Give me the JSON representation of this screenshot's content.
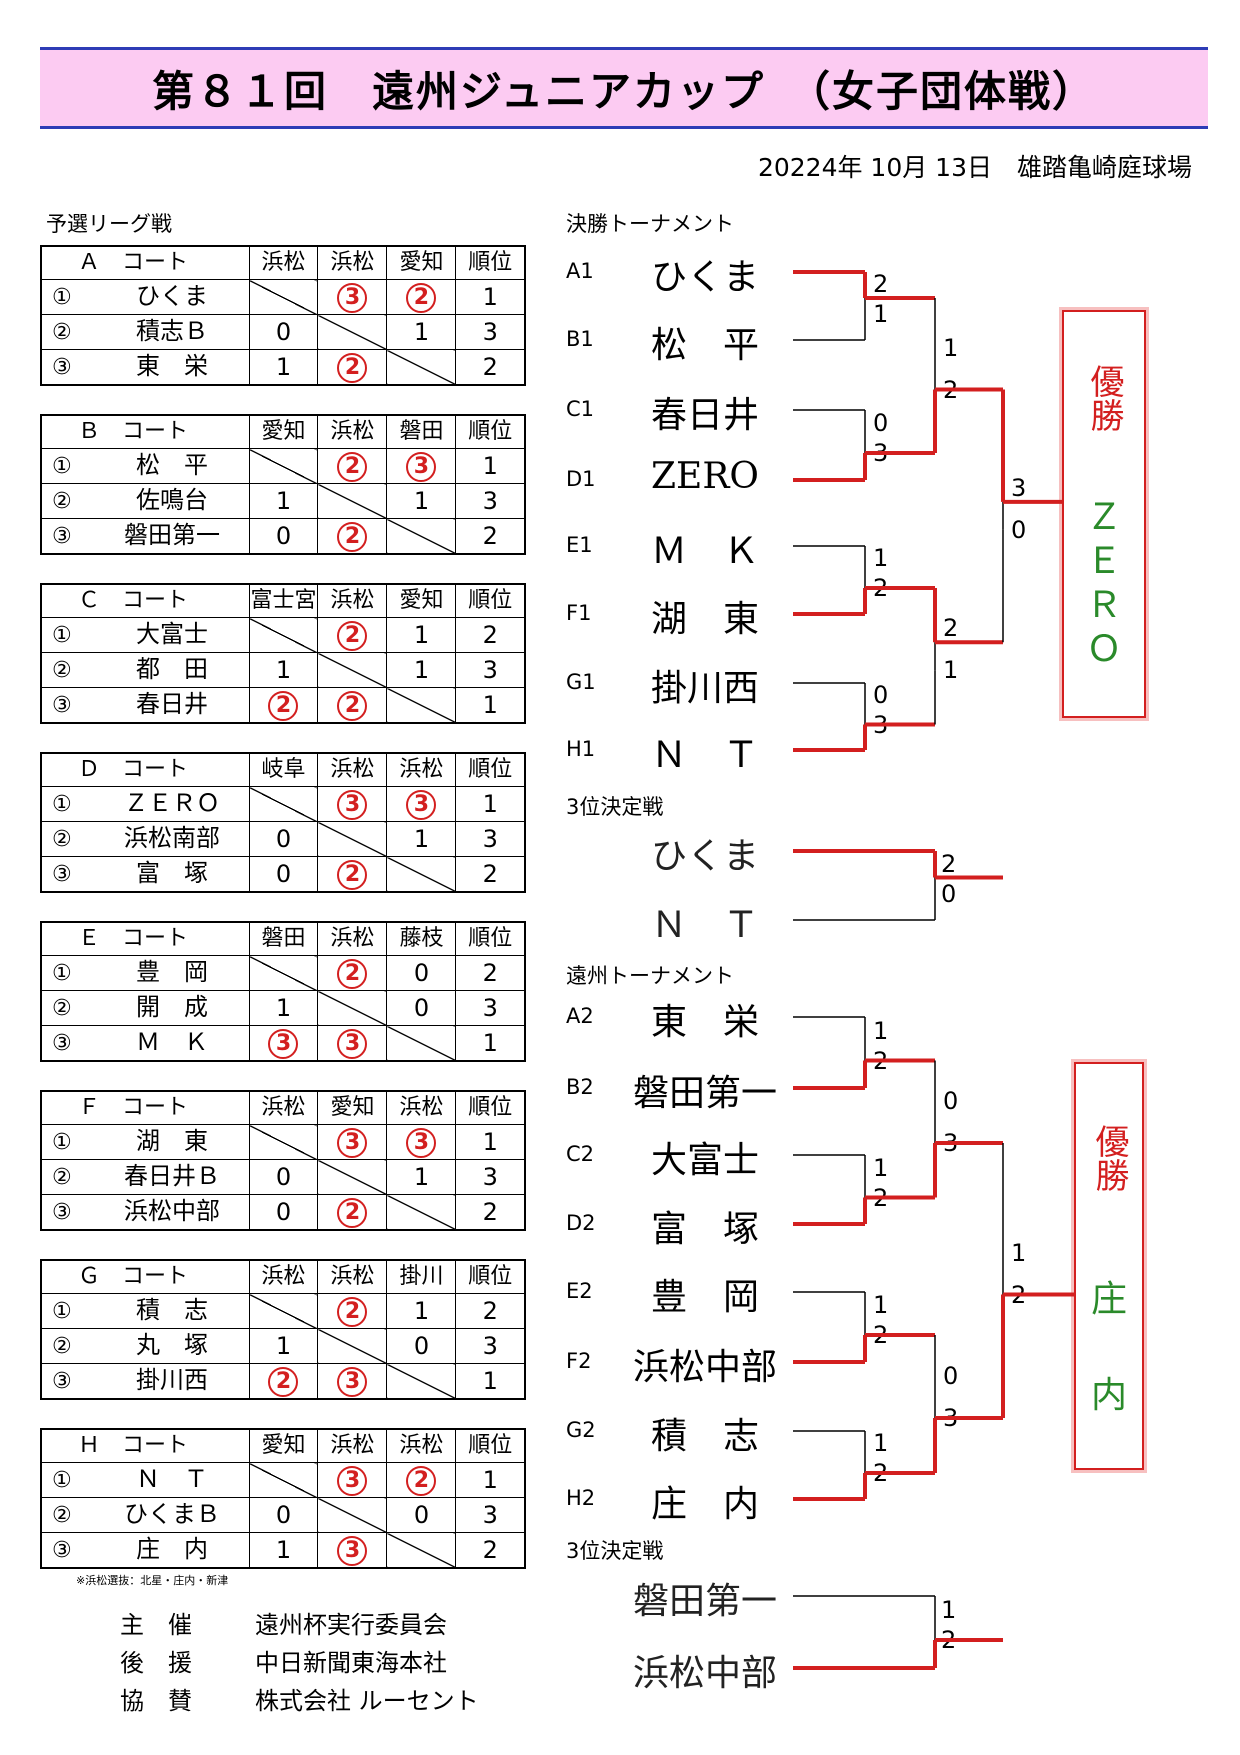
{
  "title": "第８１回　遠州ジュニアカップ　（女子団体戦）",
  "date_venue": "20224年 10月 13日　雄踏亀崎庭球場",
  "prelim_title": "予選リーグ戦",
  "rank_header": "順位",
  "leagues": [
    {
      "court": "Ａ　コート",
      "opp": [
        "浜松",
        "浜松",
        "愛知"
      ],
      "rows": [
        {
          "no": "①",
          "team": "ひくま",
          "r": [
            null,
            "3",
            "2"
          ],
          "w": [
            0,
            1,
            1
          ],
          "rank": "1"
        },
        {
          "no": "②",
          "team": "積志Ｂ",
          "r": [
            "0",
            null,
            "1"
          ],
          "w": [
            0,
            0,
            0
          ],
          "rank": "3"
        },
        {
          "no": "③",
          "team": "東　栄",
          "r": [
            "1",
            "2",
            null
          ],
          "w": [
            0,
            1,
            0
          ],
          "rank": "2"
        }
      ]
    },
    {
      "court": "Ｂ　コート",
      "opp": [
        "愛知",
        "浜松",
        "磐田"
      ],
      "rows": [
        {
          "no": "①",
          "team": "松　平",
          "r": [
            null,
            "2",
            "3"
          ],
          "w": [
            0,
            1,
            1
          ],
          "rank": "1"
        },
        {
          "no": "②",
          "team": "佐鳴台",
          "r": [
            "1",
            null,
            "1"
          ],
          "w": [
            0,
            0,
            0
          ],
          "rank": "3"
        },
        {
          "no": "③",
          "team": "磐田第一",
          "r": [
            "0",
            "2",
            null
          ],
          "w": [
            0,
            1,
            0
          ],
          "rank": "2"
        }
      ]
    },
    {
      "court": "Ｃ　コート",
      "opp": [
        "富士宮",
        "浜松",
        "愛知"
      ],
      "rows": [
        {
          "no": "①",
          "team": "大富士",
          "r": [
            null,
            "2",
            "1"
          ],
          "w": [
            0,
            1,
            0
          ],
          "rank": "2"
        },
        {
          "no": "②",
          "team": "都　田",
          "r": [
            "1",
            null,
            "1"
          ],
          "w": [
            0,
            0,
            0
          ],
          "rank": "3"
        },
        {
          "no": "③",
          "team": "春日井",
          "r": [
            "2",
            "2",
            null
          ],
          "w": [
            1,
            1,
            0
          ],
          "rank": "1"
        }
      ]
    },
    {
      "court": "Ｄ　コート",
      "opp": [
        "岐阜",
        "浜松",
        "浜松"
      ],
      "rows": [
        {
          "no": "①",
          "team": "ＺＥＲＯ",
          "r": [
            null,
            "3",
            "3"
          ],
          "w": [
            0,
            1,
            1
          ],
          "rank": "1"
        },
        {
          "no": "②",
          "team": "浜松南部",
          "r": [
            "0",
            null,
            "1"
          ],
          "w": [
            0,
            0,
            0
          ],
          "rank": "3"
        },
        {
          "no": "③",
          "team": "富　塚",
          "r": [
            "0",
            "2",
            null
          ],
          "w": [
            0,
            1,
            0
          ],
          "rank": "2"
        }
      ]
    },
    {
      "court": "Ｅ　コート",
      "opp": [
        "磐田",
        "浜松",
        "藤枝"
      ],
      "rows": [
        {
          "no": "①",
          "team": "豊　岡",
          "r": [
            null,
            "2",
            "0"
          ],
          "w": [
            0,
            1,
            0
          ],
          "rank": "2"
        },
        {
          "no": "②",
          "team": "開　成",
          "r": [
            "1",
            null,
            "0"
          ],
          "w": [
            0,
            0,
            0
          ],
          "rank": "3"
        },
        {
          "no": "③",
          "team": "Ｍ　Ｋ",
          "r": [
            "3",
            "3",
            null
          ],
          "w": [
            1,
            1,
            0
          ],
          "rank": "1"
        }
      ]
    },
    {
      "court": "Ｆ　コート",
      "opp": [
        "浜松",
        "愛知",
        "浜松"
      ],
      "rows": [
        {
          "no": "①",
          "team": "湖　東",
          "r": [
            null,
            "3",
            "3"
          ],
          "w": [
            0,
            1,
            1
          ],
          "rank": "1"
        },
        {
          "no": "②",
          "team": "春日井Ｂ",
          "r": [
            "0",
            null,
            "1"
          ],
          "w": [
            0,
            0,
            0
          ],
          "rank": "3"
        },
        {
          "no": "③",
          "team": "浜松中部",
          "r": [
            "0",
            "2",
            null
          ],
          "w": [
            0,
            1,
            0
          ],
          "rank": "2"
        }
      ]
    },
    {
      "court": "Ｇ　コート",
      "opp": [
        "浜松",
        "浜松",
        "掛川"
      ],
      "rows": [
        {
          "no": "①",
          "team": "積　志",
          "r": [
            null,
            "2",
            "1"
          ],
          "w": [
            0,
            1,
            0
          ],
          "rank": "2"
        },
        {
          "no": "②",
          "team": "丸　塚",
          "r": [
            "1",
            null,
            "0"
          ],
          "w": [
            0,
            0,
            0
          ],
          "rank": "3"
        },
        {
          "no": "③",
          "team": "掛川西",
          "r": [
            "2",
            "3",
            null
          ],
          "w": [
            1,
            1,
            0
          ],
          "rank": "1"
        }
      ]
    },
    {
      "court": "Ｈ　コート",
      "opp": [
        "愛知",
        "浜松",
        "浜松"
      ],
      "rows": [
        {
          "no": "①",
          "team": "Ｎ　Ｔ",
          "r": [
            null,
            "3",
            "2"
          ],
          "w": [
            0,
            1,
            1
          ],
          "rank": "1"
        },
        {
          "no": "②",
          "team": "ひくまＢ",
          "r": [
            "0",
            null,
            "0"
          ],
          "w": [
            0,
            0,
            0
          ],
          "rank": "3"
        },
        {
          "no": "③",
          "team": "庄　内",
          "r": [
            "1",
            "3",
            null
          ],
          "w": [
            0,
            1,
            0
          ],
          "rank": "2"
        }
      ]
    }
  ],
  "note": "※浜松選抜：北星・庄内・新津",
  "organizers": [
    {
      "role": "主　催",
      "name": "遠州杯実行委員会"
    },
    {
      "role": "後　援",
      "name": "中日新聞東海本社"
    },
    {
      "role": "協　賛",
      "name": "株式会社 ルーセント"
    }
  ],
  "final": {
    "title": "決勝トーナメント",
    "entries": [
      {
        "seed": "A1",
        "team": "ひくま"
      },
      {
        "seed": "B1",
        "team": "松　平"
      },
      {
        "seed": "C1",
        "team": "春日井"
      },
      {
        "seed": "D1",
        "team": "ZERO"
      },
      {
        "seed": "E1",
        "team": "Ｍ　Ｋ"
      },
      {
        "seed": "F1",
        "team": "湖　東"
      },
      {
        "seed": "G1",
        "team": "掛川西"
      },
      {
        "seed": "H1",
        "team": "Ｎ　Ｔ"
      }
    ],
    "scores": {
      "r1": [
        [
          "2",
          "1"
        ],
        [
          "0",
          "3"
        ],
        [
          "1",
          "2"
        ],
        [
          "0",
          "3"
        ]
      ],
      "r2": [
        [
          "1",
          "2"
        ],
        [
          "2",
          "1"
        ]
      ],
      "r3": [
        "3",
        "0"
      ]
    },
    "champion_label": "優勝",
    "champion": "ＺＥＲＯ",
    "third_title": "3位決定戦",
    "third_teams": [
      "ひくま",
      "Ｎ　Ｔ"
    ],
    "third_scores": [
      "2",
      "0"
    ]
  },
  "enshu": {
    "title": "遠州トーナメント",
    "entries": [
      {
        "seed": "A2",
        "team": "東　栄"
      },
      {
        "seed": "B2",
        "team": "磐田第一"
      },
      {
        "seed": "C2",
        "team": "大富士"
      },
      {
        "seed": "D2",
        "team": "富　塚"
      },
      {
        "seed": "E2",
        "team": "豊　岡"
      },
      {
        "seed": "F2",
        "team": "浜松中部"
      },
      {
        "seed": "G2",
        "team": "積　志"
      },
      {
        "seed": "H2",
        "team": "庄　内"
      }
    ],
    "scores": {
      "r1": [
        [
          "1",
          "2"
        ],
        [
          "1",
          "2"
        ],
        [
          "1",
          "2"
        ],
        [
          "1",
          "2"
        ]
      ],
      "r2": [
        [
          "0",
          "3"
        ],
        [
          "0",
          "3"
        ]
      ],
      "r3": [
        "1",
        "2"
      ]
    },
    "champion_label": "優勝",
    "champion": "庄内",
    "third_title": "3位決定戦",
    "third_teams": [
      "磐田第一",
      "浜松中部"
    ],
    "third_scores": [
      "1",
      "2"
    ]
  }
}
